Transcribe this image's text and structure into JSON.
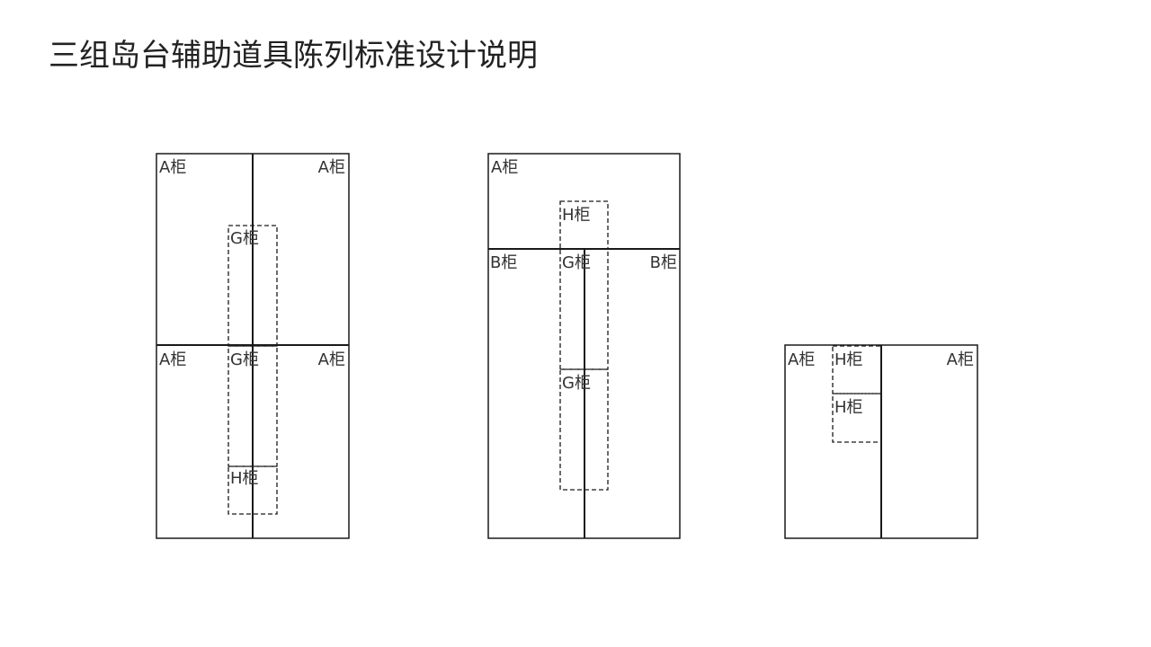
{
  "title": "三组岛台辅助道具陈列标准设计说明",
  "layouts": [
    {
      "name": "layout-1",
      "labels": {
        "top_left": "A柜",
        "top_right": "A柜",
        "mid_left": "A柜",
        "mid_right": "A柜",
        "g_upper": "G柜",
        "g_lower": "G柜",
        "h": "H柜"
      }
    },
    {
      "name": "layout-2",
      "labels": {
        "top": "A柜",
        "h": "H柜",
        "b_left": "B柜",
        "b_right": "B柜",
        "g_upper": "G柜",
        "g_lower": "G柜"
      }
    },
    {
      "name": "layout-3",
      "labels": {
        "left": "A柜",
        "right": "A柜",
        "h_upper": "H柜",
        "h_lower": "H柜"
      }
    }
  ]
}
